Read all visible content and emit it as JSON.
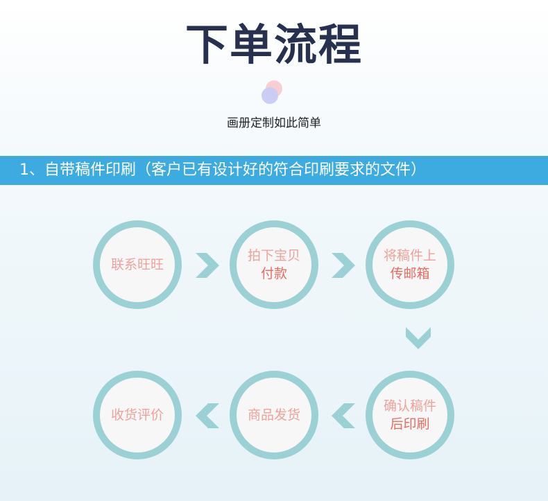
{
  "header": {
    "title": "下单流程",
    "subtitle": "画册定制如此简单"
  },
  "banner": {
    "text": "1、自带稿件印刷（客户已有设计好的符合印刷要求的文件）"
  },
  "steps": [
    {
      "line1": "联系旺旺",
      "line2": ""
    },
    {
      "line1": "拍下宝贝",
      "line2": "付款"
    },
    {
      "line1": "将稿件上",
      "line2": "传邮箱"
    },
    {
      "line1": "确认稿件",
      "line2": "后印刷"
    },
    {
      "line1": "商品发货",
      "line2": ""
    },
    {
      "line1": "收货评价",
      "line2": ""
    }
  ],
  "colors": {
    "title": "#27314f",
    "banner": "#3dabdf",
    "ring": "#9bd0d5",
    "arrow": "#9bd0d5",
    "step_text_light": "#f0a29a",
    "step_text_dark": "#ea6c5e"
  },
  "icons": {
    "flow_arrow": "chevron-icon",
    "decoration": "overlapping-dots"
  }
}
